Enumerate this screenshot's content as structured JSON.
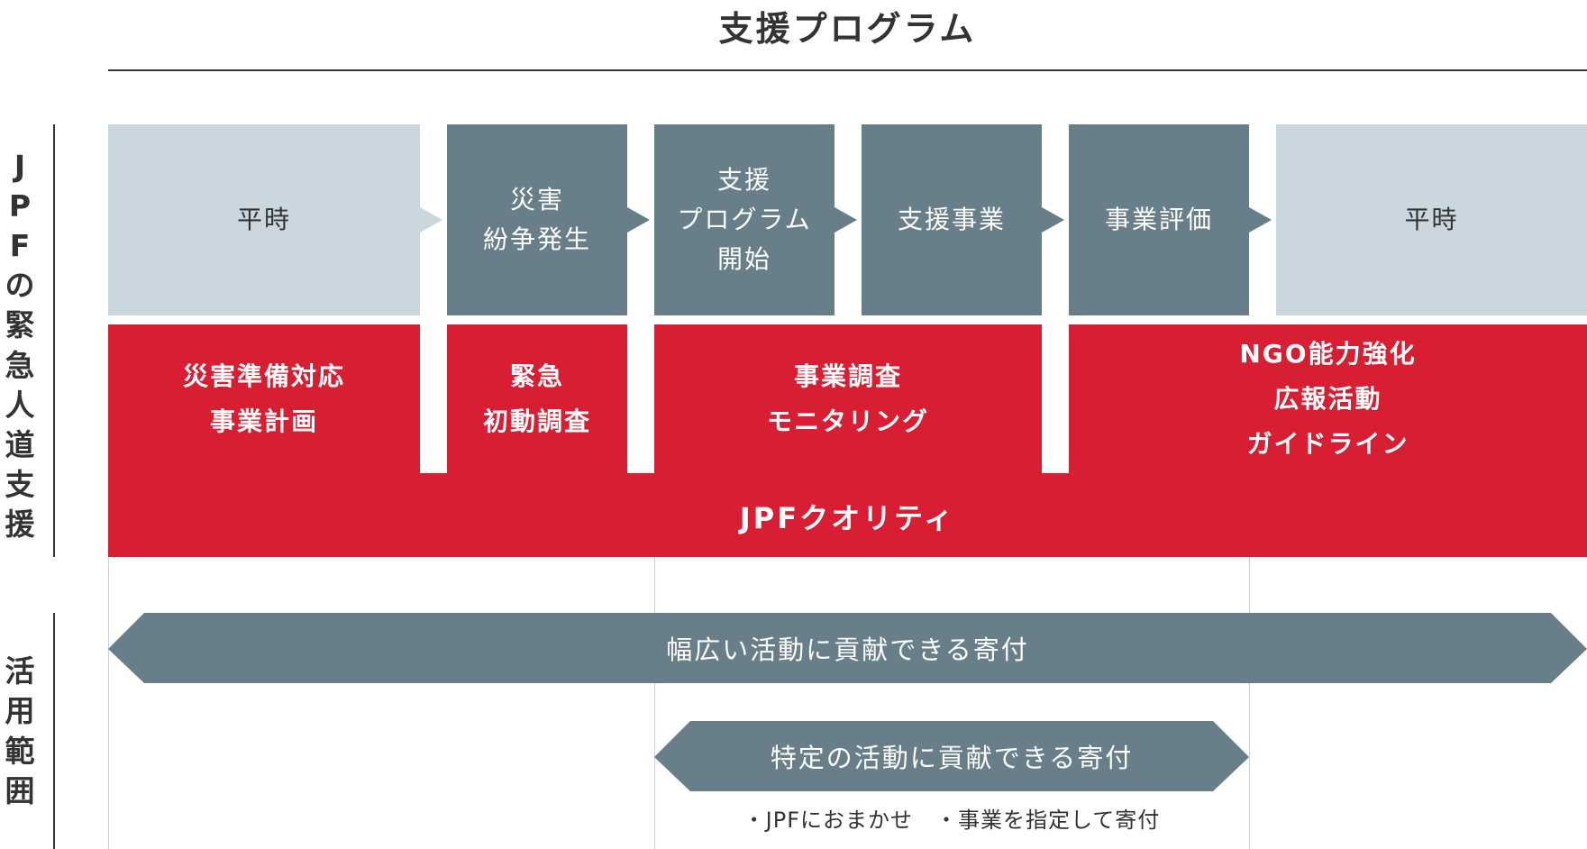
{
  "title": "支援プログラム",
  "side_labels": {
    "jpf": "JPFの緊急人道支援",
    "scope": "活用範囲"
  },
  "phases": [
    {
      "label": "平時",
      "style": "light"
    },
    {
      "label": "災害\n紛争発生",
      "style": "dark"
    },
    {
      "label": "支援\nプログラム\n開始",
      "style": "dark"
    },
    {
      "label": "支援事業",
      "style": "dark"
    },
    {
      "label": "事業評価",
      "style": "dark"
    },
    {
      "label": "平時",
      "style": "light"
    }
  ],
  "activities": [
    {
      "label": "災害準備対応\n事業計画"
    },
    {
      "label": "緊急\n初動調査"
    },
    {
      "label": "事業調査\nモニタリング"
    },
    {
      "label": "NGO能力強化\n広報活動\nガイドライン"
    }
  ],
  "quality_label": "JPFクオリティ",
  "donations": {
    "broad": "幅広い活動に貢献できる寄付",
    "specific": "特定の活動に貢献できる寄付",
    "note": "・JPFにおまかせ　・事業を指定して寄付"
  },
  "colors": {
    "phase_light": "#cbd7de",
    "phase_dark": "#687f8a",
    "red": "#d81e33",
    "arrow": "#687f8a",
    "text": "#333333"
  }
}
